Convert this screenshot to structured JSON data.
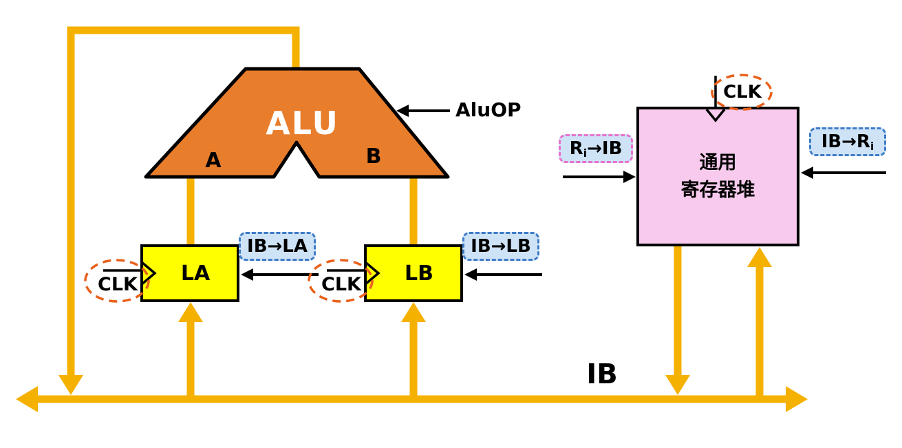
{
  "colors": {
    "bus": "#F5B100",
    "alu_fill": "#E87D2B",
    "latch_fill": "#FFFF00",
    "register_fill": "#F8CBEE",
    "signal_box_fill": "#CFE3F7",
    "signal_box_border": "#3E7BC8",
    "read_signal_box_border": "#E870CC",
    "clk_ellipse": "#E8611C",
    "outline": "#000000"
  },
  "alu": {
    "label": "ALU",
    "port_a": "A",
    "port_b": "B",
    "op": "AluOP"
  },
  "latches": {
    "la": {
      "label": "LA",
      "clk": "CLK",
      "load": "IB→LA"
    },
    "lb": {
      "label": "LB",
      "clk": "CLK",
      "load": "IB→LB"
    }
  },
  "register_file": {
    "name_line1": "通用",
    "name_line2": "寄存器堆",
    "clk": "CLK",
    "read_signal": {
      "prefix": "R",
      "sub": "i",
      "suffix": "→IB"
    },
    "write_signal": {
      "prefix": "IB→R",
      "sub": "i"
    }
  },
  "bus": {
    "label": "IB"
  }
}
